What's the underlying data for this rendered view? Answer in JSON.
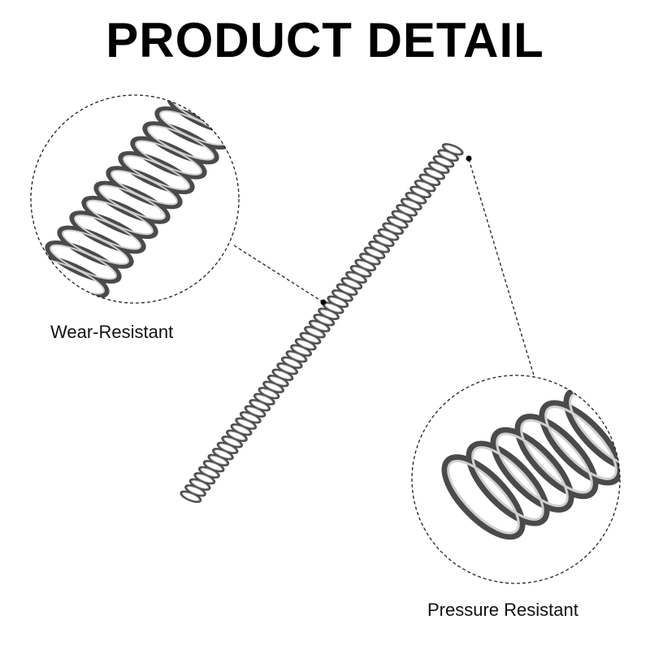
{
  "title": "PRODUCT DETAIL",
  "callouts": {
    "wear": "Wear-Resistant",
    "pressure": "Pressure Resistant"
  },
  "colors": {
    "text": "#000000",
    "spring_dark": "#4a4a4a",
    "spring_mid": "#8a8a8a",
    "spring_light": "#d0d0d0"
  },
  "icons": [
    "compression-spring-illustration",
    "spring-closeup-detail",
    "spring-end-closeup"
  ]
}
